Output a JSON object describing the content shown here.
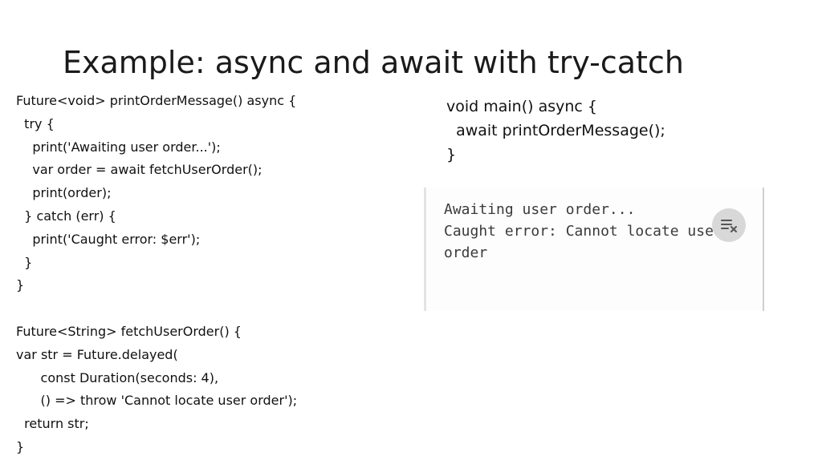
{
  "slide": {
    "title": "Example: async and await with try-catch"
  },
  "code_left": {
    "lines": [
      "Future<void> printOrderMessage() async {",
      "  try {",
      "    print('Awaiting user order...');",
      "    var order = await fetchUserOrder();",
      "    print(order);",
      "  } catch (err) {",
      "    print('Caught error: $err');",
      "  }",
      "}",
      "",
      "Future<String> fetchUserOrder() {",
      "var str = Future.delayed(",
      "      const Duration(seconds: 4),",
      "      () => throw 'Cannot locate user order');",
      "  return str;",
      "}"
    ]
  },
  "code_right": {
    "lines": [
      "void main() async {",
      "  await printOrderMessage();",
      "}"
    ]
  },
  "console": {
    "lines": [
      "Awaiting user order...",
      "Caught error: Cannot locate user",
      "order"
    ],
    "clear_icon": "clear-all-icon",
    "icon_color": "#555555"
  }
}
